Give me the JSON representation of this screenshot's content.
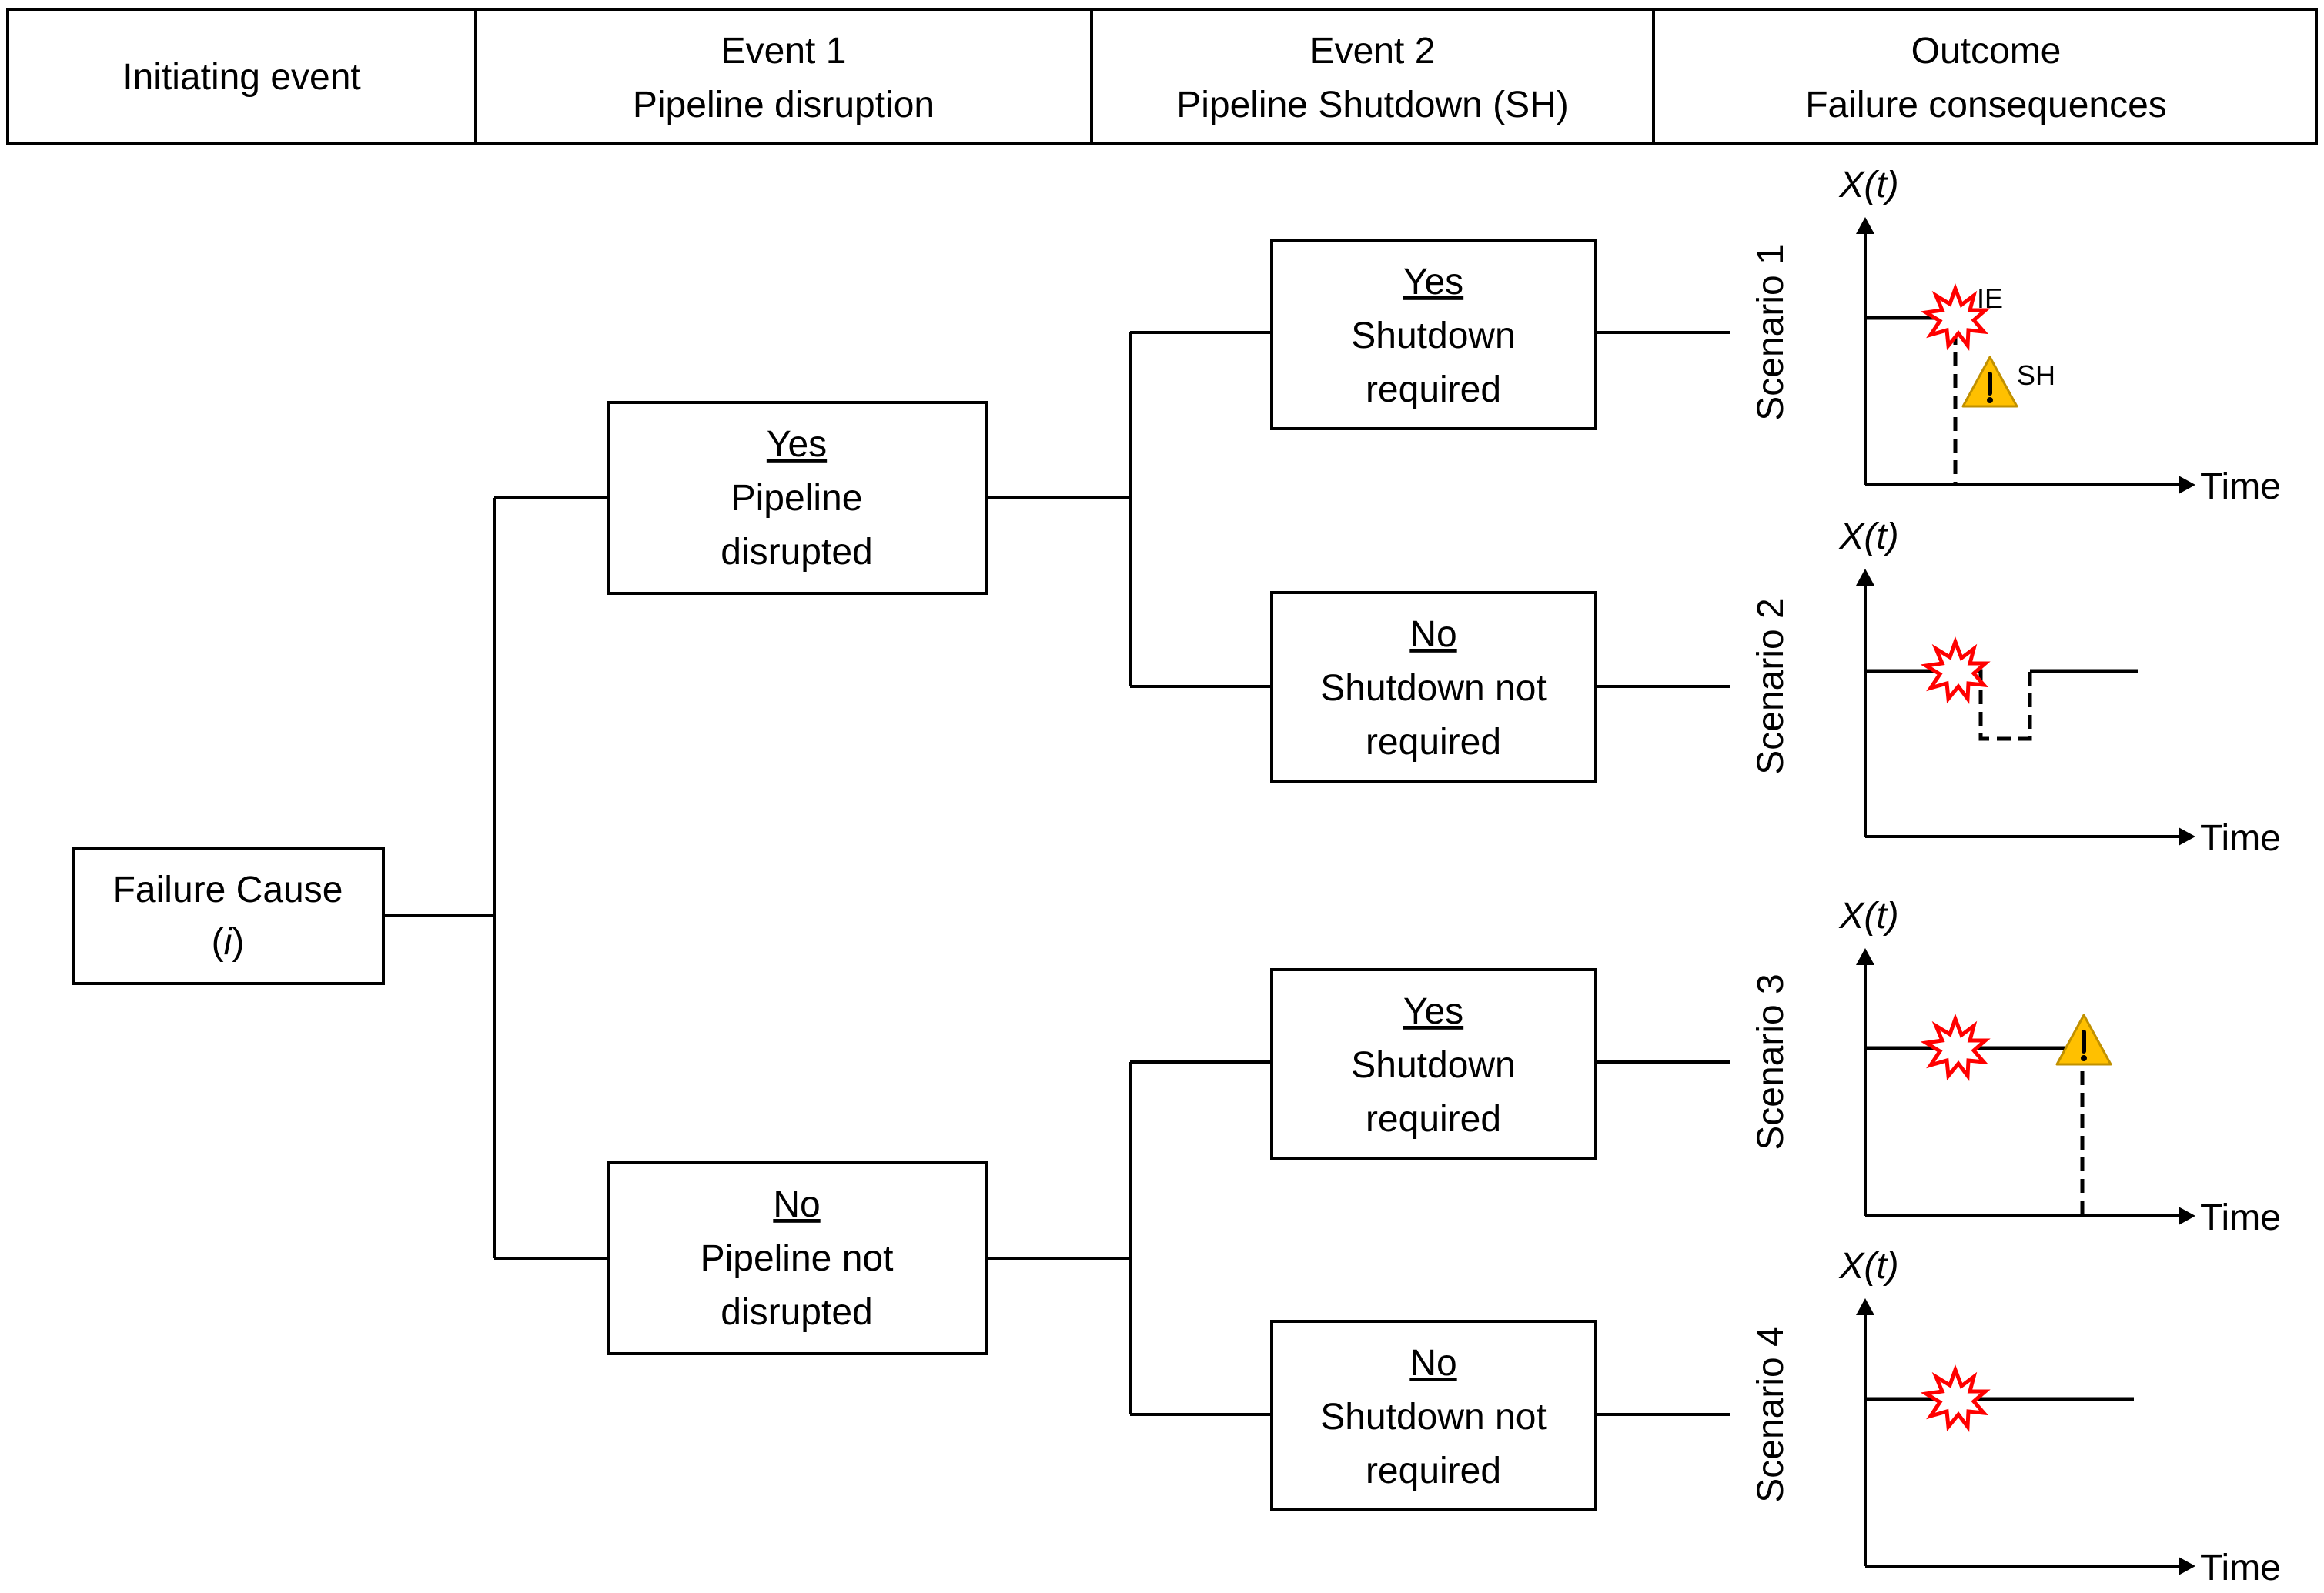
{
  "header": {
    "col1": [
      "Initiating event"
    ],
    "col2": [
      "Event 1",
      "Pipeline disruption"
    ],
    "col3": [
      "Event 2",
      "Pipeline Shutdown (SH)"
    ],
    "col4": [
      "Outcome",
      "Failure consequences"
    ]
  },
  "root": {
    "line1": "Failure Cause",
    "open": "(",
    "italic": "i",
    "close": ")"
  },
  "event1": {
    "yes": {
      "title": "Yes",
      "line1": "Pipeline",
      "line2": "disrupted"
    },
    "no": {
      "title": "No",
      "line1": "Pipeline not",
      "line2": "disrupted"
    }
  },
  "event2": {
    "yes": {
      "title": "Yes",
      "line1": "Shutdown",
      "line2": "required"
    },
    "no": {
      "title": "No",
      "line1": "Shutdown not",
      "line2": "required"
    }
  },
  "scenarios": [
    "Scenario 1",
    "Scenario 2",
    "Scenario 3",
    "Scenario 4"
  ],
  "axes": {
    "y": "X(t)",
    "x": "Time"
  },
  "annotations": {
    "ie": "IE",
    "sh": "SH"
  },
  "colors": {
    "explosion_fill": "#ffffff",
    "explosion_stroke": "#ff0000",
    "warning_fill": "#ffc000",
    "warning_stroke": "#c09000"
  },
  "icons": {
    "explosion": "explosion-icon",
    "warning": "warning-icon"
  }
}
